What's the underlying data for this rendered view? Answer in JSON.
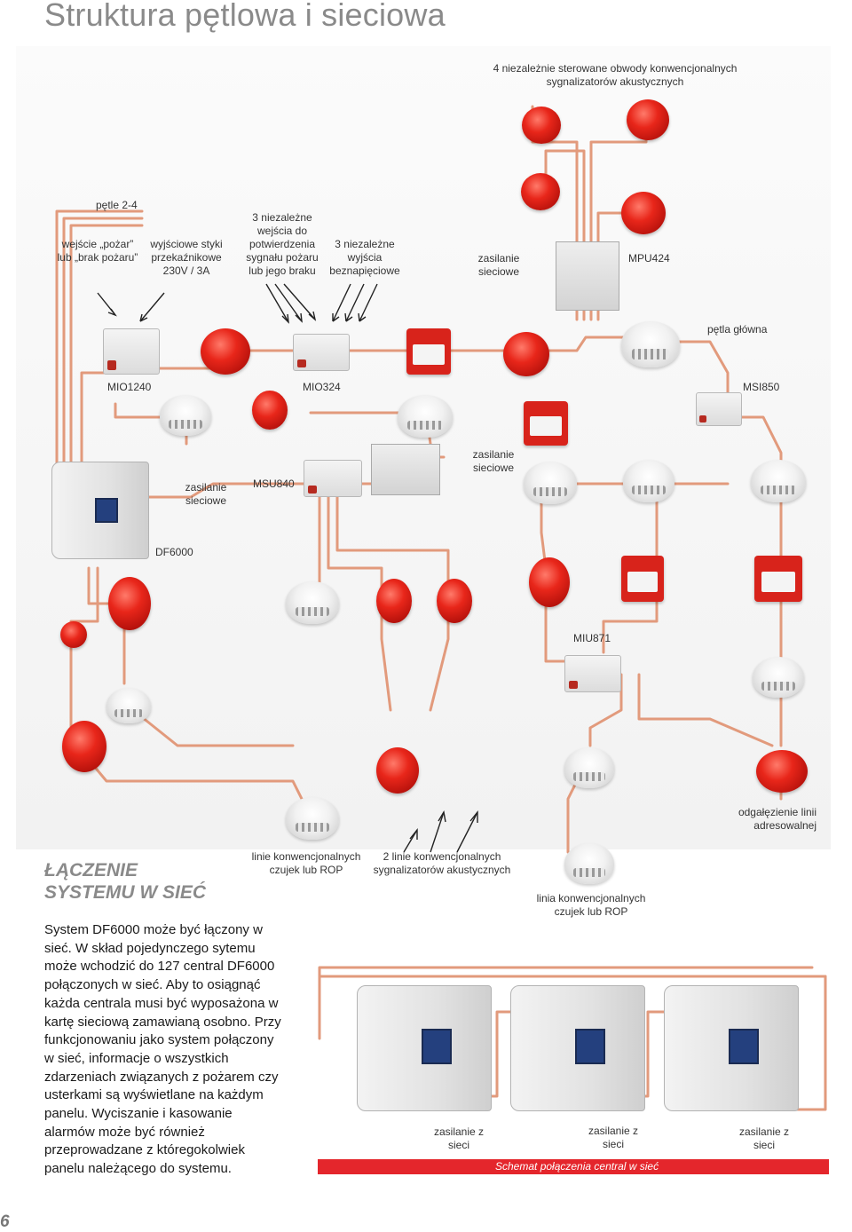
{
  "page_title": "Struktura pętlowa i sieciowa",
  "diagram_labels": {
    "sounder_circuits": "4 niezależnie sterowane obwody konwencjonalnych sygnalizatorów akustycznych",
    "loops_2_4": "pętle 2-4",
    "input_fire": "wejście „pożar” lub „brak pożaru”",
    "relay_outputs": "wyjściowe styki przekaźnikowe 230V / 3A",
    "confirm_inputs": "3 niezależne wejścia do potwierdzenia sygnału pożaru lub jego braku",
    "voltage_free_outputs": "3 niezależne wyjścia beznapięciowe",
    "mains_1": "zasilanie sieciowe",
    "mpu424": "MPU424",
    "main_loop": "pętla główna",
    "mio1240": "MIO1240",
    "mio324": "MIO324",
    "msi850": "MSI850",
    "mains_2": "zasilanie sieciowe",
    "msu840": "MSU840",
    "mains_3": "zasilanie sieciowe",
    "df6000": "DF6000",
    "miu871": "MIU871",
    "branch": "odgałęzienie linii adresowalnej",
    "conv_detector_lines": "linie konwencjonalnych czujek lub ROP",
    "conv_sounder_lines": "2 linie konwencjonalnych sygnalizatorów akustycznych",
    "conv_detector_line": "linia konwencjonalnych czujek lub ROP"
  },
  "section": {
    "heading_line1": "ŁĄCZENIE",
    "heading_line2": "SYSTEMU W SIEĆ",
    "body": "System DF6000 może być łączony w sieć. W skład pojedynczego sytemu może wchodzić do 127 central DF6000 połączonych w sieć. Aby to osiągnąć każda centrala musi być wyposażona w kartę sieciową zamawianą osobno. Przy funkcjonowaniu jako system połączony w sieć, informacje o wszystkich zdarzeniach związanych z pożarem czy usterkami są wyświetlane na każdym panelu. Wyciszanie i kasowanie alarmów może być również przeprowadzane z któregokolwiek panelu należącego do systemu."
  },
  "network": {
    "mains_a": "zasilanie z sieci",
    "mains_b": "zasilanie z sieci",
    "mains_c": "zasilanie z sieci",
    "caption": "Schemat połączenia central w sieć"
  },
  "page_number": "6",
  "colors": {
    "wire": "#e29a7c",
    "device_red": "#e3261c",
    "accent_bar": "#e4262c",
    "title_gray": "#8a8a8a"
  }
}
